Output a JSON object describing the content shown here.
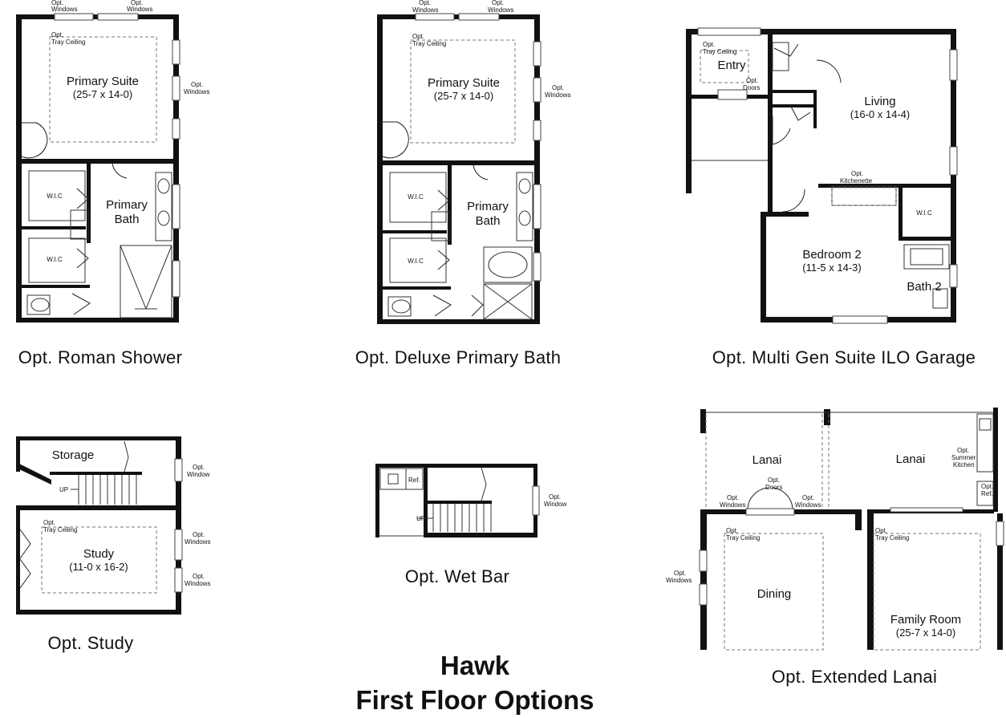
{
  "plans": {
    "roman_shower": {
      "caption": "Opt. Roman Shower",
      "windows_top": "Opt.\nWindows",
      "tray": "Opt.\nTray Ceiling",
      "suite_name": "Primary Suite",
      "suite_dim": "(25-7 x 14-0)",
      "windows_side": "Opt.\nWindows",
      "wic": "W.I.C",
      "bath_name": "Primary\nBath"
    },
    "deluxe_bath": {
      "caption": "Opt. Deluxe Primary Bath",
      "windows_top": "Opt.\nWindows",
      "tray": "Opt.\nTray Ceiling",
      "suite_name": "Primary Suite",
      "suite_dim": "(25-7 x 14-0)",
      "windows_side": "Opt.\nWindows",
      "wic": "W.I.C",
      "bath_name": "Primary\nBath"
    },
    "multi_gen": {
      "caption": "Opt. Multi Gen Suite ILO Garage",
      "tray": "Opt.\nTray Ceiling",
      "entry": "Entry",
      "doors": "Opt.\nDoors",
      "living_name": "Living",
      "living_dim": "(16-0 x 14-4)",
      "kitchenette": "Opt.\nKitchenette",
      "wic": "W.I.C",
      "bed_name": "Bedroom 2",
      "bed_dim": "(11-5 x 14-3)",
      "bath_name": "Bath 2"
    },
    "study": {
      "caption": "Opt. Study",
      "storage": "Storage",
      "up": "UP",
      "window": "Opt.\nWindow",
      "tray": "Opt.\nTray Ceiling",
      "study_name": "Study",
      "study_dim": "(11-0 x 16-2)",
      "windows": "Opt.\nWindows"
    },
    "wet_bar": {
      "caption": "Opt. Wet Bar",
      "ref": "Ref.",
      "up": "UP",
      "window": "Opt.\nWindow"
    },
    "extended_lanai": {
      "caption": "Opt. Extended Lanai",
      "lanai": "Lanai",
      "doors": "Opt.\nDoors",
      "windows": "Opt.\nWindows",
      "summer_kitchen": "Opt.\nSummer\nKitchen",
      "ref": "Opt.\nRef.",
      "tray": "Opt.\nTray Ceiling",
      "dining": "Dining",
      "family_name": "Family Room",
      "family_dim": "(25-7 x 14-0)"
    }
  },
  "title": {
    "line1": "Hawk",
    "line2": "First Floor Options"
  }
}
